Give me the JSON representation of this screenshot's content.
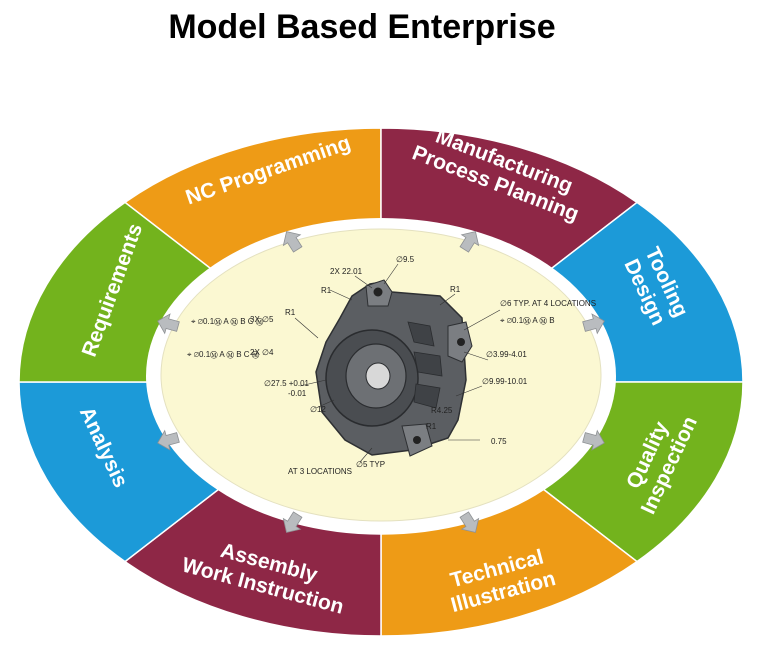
{
  "title": "Model Based Enterprise",
  "segments": [
    {
      "id": "nc-programming",
      "lines": [
        "NC Programming"
      ],
      "color": "#ee9b16"
    },
    {
      "id": "manufacturing-process-planning",
      "lines": [
        "Manufacturing",
        "Process Planning"
      ],
      "color": "#8e2746"
    },
    {
      "id": "tooling-design",
      "lines": [
        "Tooling",
        "Design"
      ],
      "color": "#1c9ad8"
    },
    {
      "id": "quality-inspection",
      "lines": [
        "Quality",
        "Inspection"
      ],
      "color": "#73b31d"
    },
    {
      "id": "technical-illustration",
      "lines": [
        "Technical",
        "Illustration"
      ],
      "color": "#ee9b16"
    },
    {
      "id": "assembly-work-instruction",
      "lines": [
        "Assembly",
        "Work Instruction"
      ],
      "color": "#8e2746"
    },
    {
      "id": "analysis",
      "lines": [
        "Analysis"
      ],
      "color": "#1c9ad8"
    },
    {
      "id": "requirements",
      "lines": [
        "Requirements"
      ],
      "color": "#73b31d"
    }
  ],
  "center": {
    "fill": "#fbf8d2",
    "part_color": "#55585c",
    "annotations": {
      "a_2x22": "2X 22.01",
      "a_d95": "∅9.5",
      "a_r1_top": "R1",
      "a_r1_right": "R1",
      "a_r1_left": "R1",
      "a_3x5": "3X ∅5",
      "a_fcf1": "⌖ ∅0.1Ⓜ A Ⓜ B C Ⓜ",
      "a_2x4": "2X ∅4",
      "a_fcf2": "⌖ ∅0.1Ⓜ A Ⓜ B C Ⓜ",
      "a_275": "∅27.5 +0.01",
      "a_275b": "-0.01",
      "a_d12": "∅12",
      "a_6typ": "∅6 TYP. AT 4 LOCATIONS",
      "a_fcf3": "⌖ ∅0.1Ⓜ A Ⓜ B",
      "a_399": "∅3.99-4.01",
      "a_999": "∅9.99-10.01",
      "a_r425": "R4.25",
      "a_r1_bottom": "R1",
      "a_075": "0.75",
      "a_5typ": "∅5 TYP",
      "a_3loc": "AT 3 LOCATIONS"
    }
  }
}
